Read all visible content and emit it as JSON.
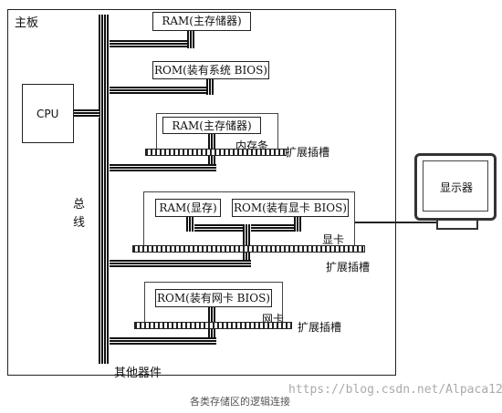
{
  "diagram": {
    "board_label": "主板",
    "cpu": "CPU",
    "bus_label_1": "总",
    "bus_label_2": "线",
    "ram_main": "RAM(主存储器)",
    "rom_bios": "ROM(装有系统 BIOS)",
    "mem_ram": "RAM(主存储器)",
    "mem_stick": "内存条",
    "slot_1": "扩展插槽",
    "vram": "RAM(显存)",
    "vbios": "ROM(装有显卡 BIOS)",
    "gpu_card": "显卡",
    "slot_2": "扩展插槽",
    "nic_rom": "ROM(装有网卡 BIOS)",
    "nic_card": "网卡",
    "slot_3": "扩展插槽",
    "other": "其他器件",
    "monitor": "显示器"
  },
  "caption": "各类存储区的逻辑连接",
  "watermark": "https://blog.csdn.net/Alpaca12"
}
